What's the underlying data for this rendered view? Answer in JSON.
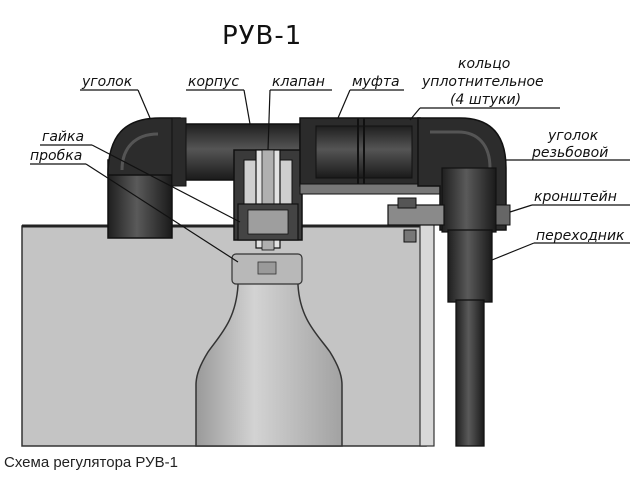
{
  "title": "РУВ-1",
  "caption": "Схема регулятора РУВ-1",
  "labels": {
    "ugolok": "уголок",
    "korpus": "корпус",
    "klapan": "клапан",
    "mufta": "муфта",
    "koltso_1": "кольцо",
    "koltso_2": "уплотнительное",
    "koltso_3": "(4 штуки)",
    "gaika": "гайка",
    "probka": "пробка",
    "ugolok_rez_1": "уголок",
    "ugolok_rez_2": "резьбовой",
    "kronshtein": "кронштейн",
    "perekhodnik": "переходник"
  },
  "colors": {
    "pipe": "#2e2e2e",
    "pipe_highlight": "#5a5a5a",
    "tank": "#c4c4c4",
    "bottle": "#b9b9b9",
    "line": "#111111"
  }
}
